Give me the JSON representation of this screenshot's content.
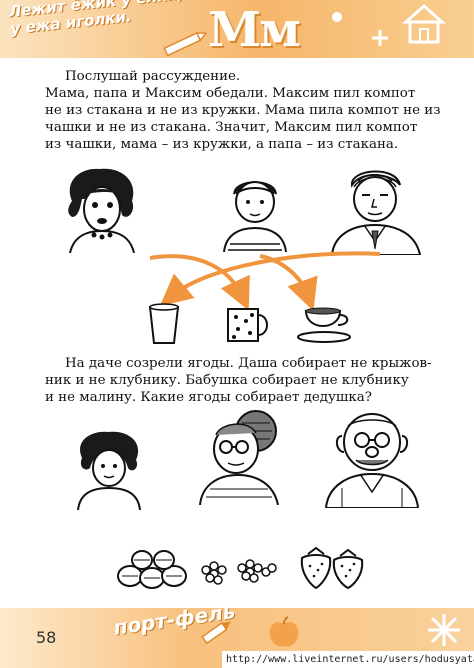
{
  "header": {
    "motto_line1": "Лежит ёжик у ёлки,",
    "motto_line2": "у ежа иголки.",
    "letters": "Мм"
  },
  "task1": {
    "lines": [
      "Послушай рассуждение.",
      "Мама, папа и Максим обедали. Максим пил компот",
      "не из стакана и не из кружки. Мама пила компот не из",
      "чашки и не из стакана. Значит, Максим пил компот",
      "из чашки, мама – из кружки, а папа – из стакана."
    ]
  },
  "task2": {
    "lines": [
      "На даче созрели ягоды. Даша собирает не крыжов-",
      "ник и не клубнику. Бабушка собирает не клубнику",
      "и не малину. Какие ягоды собирает дедушка?"
    ]
  },
  "footer": {
    "page_number": "58",
    "word": "порт-фель",
    "watermark": "http://www.liveinternet.ru/users/hodusyata/"
  },
  "colors": {
    "accent_orange": "#f4a24a",
    "band_light": "#fbe3bf"
  }
}
